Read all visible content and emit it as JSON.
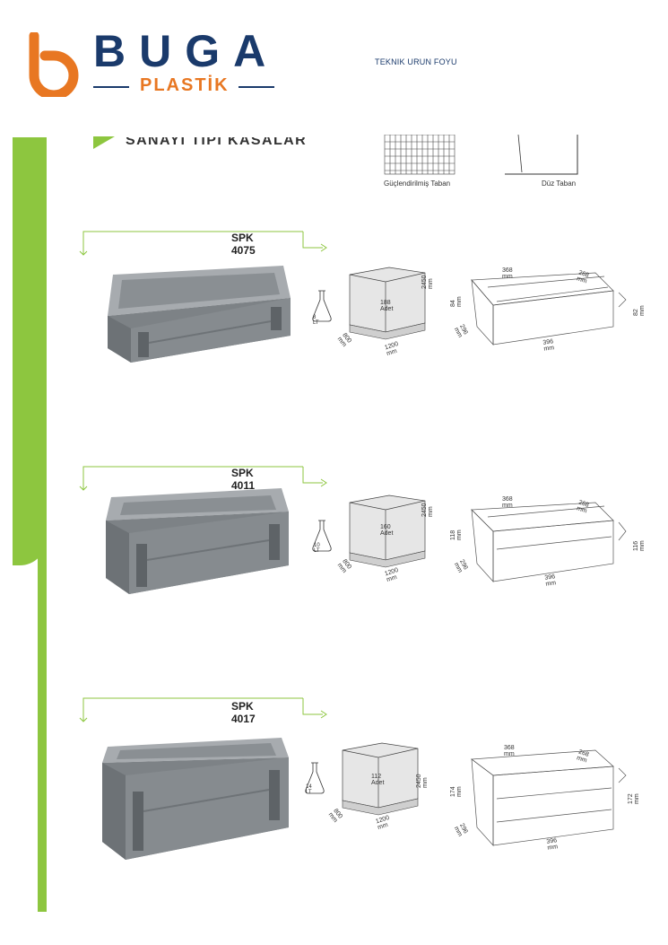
{
  "brand": {
    "name": "BUGA",
    "sub": "PLASTİK"
  },
  "doc_title": "TEKNIK URUN FOYU",
  "section_title": "SANAYİ TİPİ KASALAR",
  "bases": [
    {
      "label": "Güçlendirilmiş Taban"
    },
    {
      "label": "Düz Taban"
    }
  ],
  "products": [
    {
      "code": "SPK 4075",
      "volume": "8 LT",
      "pallet_qty": "188 Adet",
      "pallet_h": "2450 mm",
      "pallet_w": "1200 mm",
      "pallet_d": "800 mm",
      "top_len": "368 mm",
      "top_wid": "268 mm",
      "bot_len": "396 mm",
      "bot_wid": "296 mm",
      "h_in": "84 mm",
      "h_out": "82 mm"
    },
    {
      "code": "SPK 4011",
      "volume": "10 LT",
      "pallet_qty": "160 Adet",
      "pallet_h": "2450 mm",
      "pallet_w": "1200 mm",
      "pallet_d": "800 mm",
      "top_len": "368 mm",
      "top_wid": "268 mm",
      "bot_len": "396 mm",
      "bot_wid": "296 mm",
      "h_in": "118 mm",
      "h_out": "116 mm"
    },
    {
      "code": "SPK 4017",
      "volume": "14 LT",
      "pallet_qty": "112 Adet",
      "pallet_h": "2450 mm",
      "pallet_w": "1200 mm",
      "pallet_d": "800 mm",
      "top_len": "368 mm",
      "top_wid": "268 mm",
      "bot_len": "396 mm",
      "bot_wid": "296 mm",
      "h_in": "174 mm",
      "h_out": "172 mm"
    }
  ],
  "colors": {
    "green": "#8dc63f",
    "navy": "#1a3a6b",
    "orange": "#e87722",
    "crate": "#8a8f93"
  }
}
